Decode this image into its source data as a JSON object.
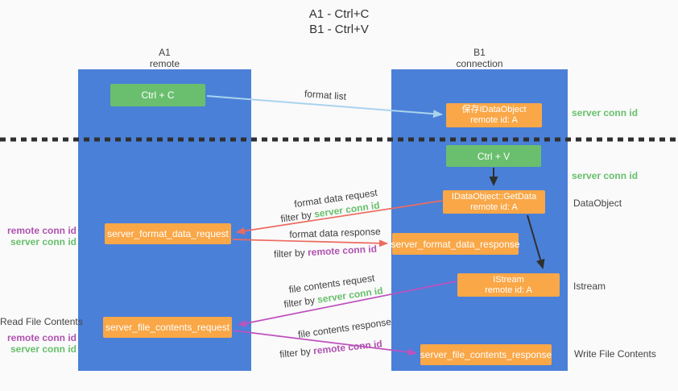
{
  "title": {
    "line1": "A1 - Ctrl+C",
    "line2": "B1 - Ctrl+V"
  },
  "lanes": {
    "left": {
      "title": "A1",
      "subtitle": "remote"
    },
    "right": {
      "title": "B1",
      "subtitle": "connection"
    }
  },
  "boxes": {
    "ctrl_c": {
      "label": "Ctrl + C"
    },
    "save_idataobject": {
      "line1": "保存IDataObject",
      "line2": "remote id: A"
    },
    "ctrl_v": {
      "label": "Ctrl + V"
    },
    "getdata": {
      "line1": "IDataObject::GetData",
      "line2": "remote id: A"
    },
    "format_request": {
      "label": "server_format_data_request"
    },
    "format_response": {
      "label": "server_format_data_response"
    },
    "istream": {
      "line1": "IStream",
      "line2": "remote id: A"
    },
    "file_request": {
      "label": "server_file_contents_request"
    },
    "file_response": {
      "label": "server_file_contents_response"
    }
  },
  "arrows": {
    "format_list": {
      "label": "format list"
    },
    "format_data_request": {
      "label": "format data request",
      "filter_prefix": "filter by",
      "filter_key": "server conn id"
    },
    "format_data_response": {
      "label": "format data response",
      "filter_prefix": "filter by",
      "filter_key": "remote conn id"
    },
    "file_contents_request": {
      "label": "file contents request",
      "filter_prefix": "filter by",
      "filter_key": "server conn id"
    },
    "file_contents_response": {
      "label": "file contents response",
      "filter_prefix": "filter by",
      "filter_key": "remote conn id"
    }
  },
  "side_labels": {
    "right_top_server_conn_id": "server conn id",
    "right_mid_server_conn_id": "server conn id",
    "dataobject": "DataObject",
    "istream": "Istream",
    "write_file_contents": "Write File Contents",
    "left_format_remote_conn_id": "remote conn id",
    "left_format_server_conn_id": "server conn id",
    "read_file_contents": "Read File Contents",
    "left_file_remote_conn_id": "remote conn id",
    "left_file_server_conn_id": "server conn id"
  },
  "colors": {
    "lane_blue": "#4a80d8",
    "box_green": "#6abf6e",
    "box_orange": "#f9a747",
    "arrow_lightblue": "#a9d3ee",
    "arrow_red": "#ed6b60",
    "arrow_magenta": "#bf51bf",
    "arrow_black": "#2f2f2f",
    "text_green": "#67bf6b",
    "text_purple": "#b052b0",
    "text_gray": "#3f3f3f"
  }
}
